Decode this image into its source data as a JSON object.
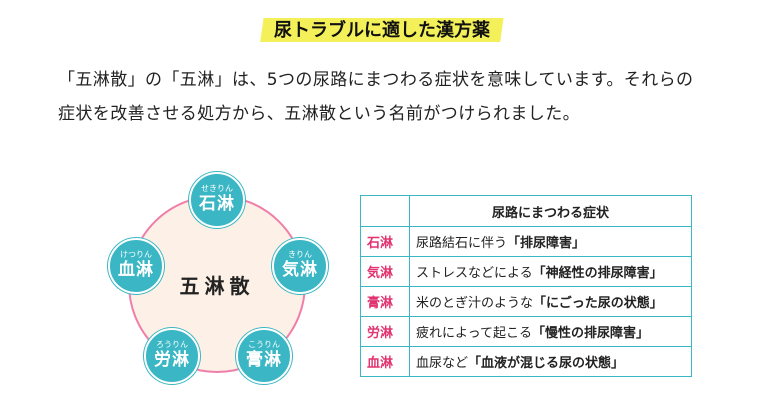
{
  "heading": "尿トラブルに適した漢方薬",
  "intro": {
    "line1": "「五淋散」の「五淋」は、5つの尿路にまつわる症状を意味しています。それらの",
    "line2": "症状を改善させる処方から、五淋散という名前がつけられました。"
  },
  "diagram": {
    "center": "五淋散",
    "nodes": [
      {
        "ruby": "せきりん",
        "kanji": "石淋"
      },
      {
        "ruby": "きりん",
        "kanji": "気淋"
      },
      {
        "ruby": "こうりん",
        "kanji": "膏淋"
      },
      {
        "ruby": "ろうりん",
        "kanji": "労淋"
      },
      {
        "ruby": "けつりん",
        "kanji": "血淋"
      }
    ]
  },
  "table": {
    "header": "尿路にまつわる症状",
    "rows": [
      {
        "kind": "石淋",
        "pre": "尿路結石に伴う",
        "em": "「排尿障害」"
      },
      {
        "kind": "気淋",
        "pre": "ストレスなどによる",
        "em": "「神経性の排尿障害」"
      },
      {
        "kind": "膏淋",
        "pre": "米のとぎ汁のような",
        "em": "「にごった尿の状態」"
      },
      {
        "kind": "労淋",
        "pre": "疲れによって起こる",
        "em": "「慢性の排尿障害」"
      },
      {
        "kind": "血淋",
        "pre": "血尿など",
        "em": "「血液が混じる尿の状態」"
      }
    ]
  },
  "colors": {
    "accent_teal": "#3ab6c4",
    "accent_pink": "#e0336f",
    "highlight_yellow": "#f3f05a"
  }
}
